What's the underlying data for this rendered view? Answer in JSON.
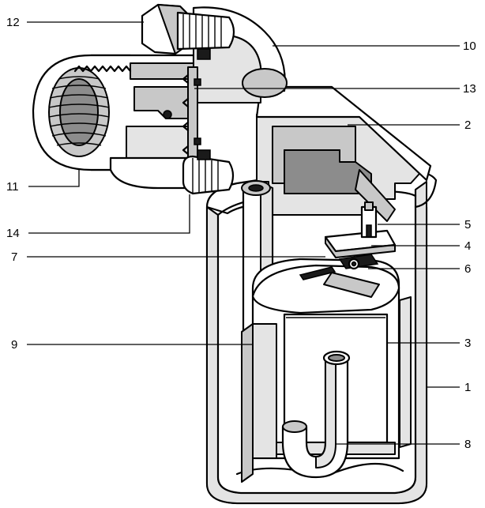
{
  "diagram": {
    "callouts": [
      {
        "id": "c12",
        "text": "12"
      },
      {
        "id": "c10",
        "text": "10"
      },
      {
        "id": "c13",
        "text": "13"
      },
      {
        "id": "c2",
        "text": "2"
      },
      {
        "id": "c11",
        "text": "11"
      },
      {
        "id": "c14",
        "text": "14"
      },
      {
        "id": "c5",
        "text": "5"
      },
      {
        "id": "c4",
        "text": "4"
      },
      {
        "id": "c7",
        "text": "7"
      },
      {
        "id": "c6",
        "text": "6"
      },
      {
        "id": "c9",
        "text": "9"
      },
      {
        "id": "c3",
        "text": "3"
      },
      {
        "id": "c1",
        "text": "1"
      },
      {
        "id": "c8",
        "text": "8"
      }
    ],
    "colors": {
      "ink": "#000000",
      "shade": "#c8c8c8",
      "light": "#e4e4e4",
      "dark": "#8c8c8c",
      "paper": "#ffffff"
    }
  }
}
